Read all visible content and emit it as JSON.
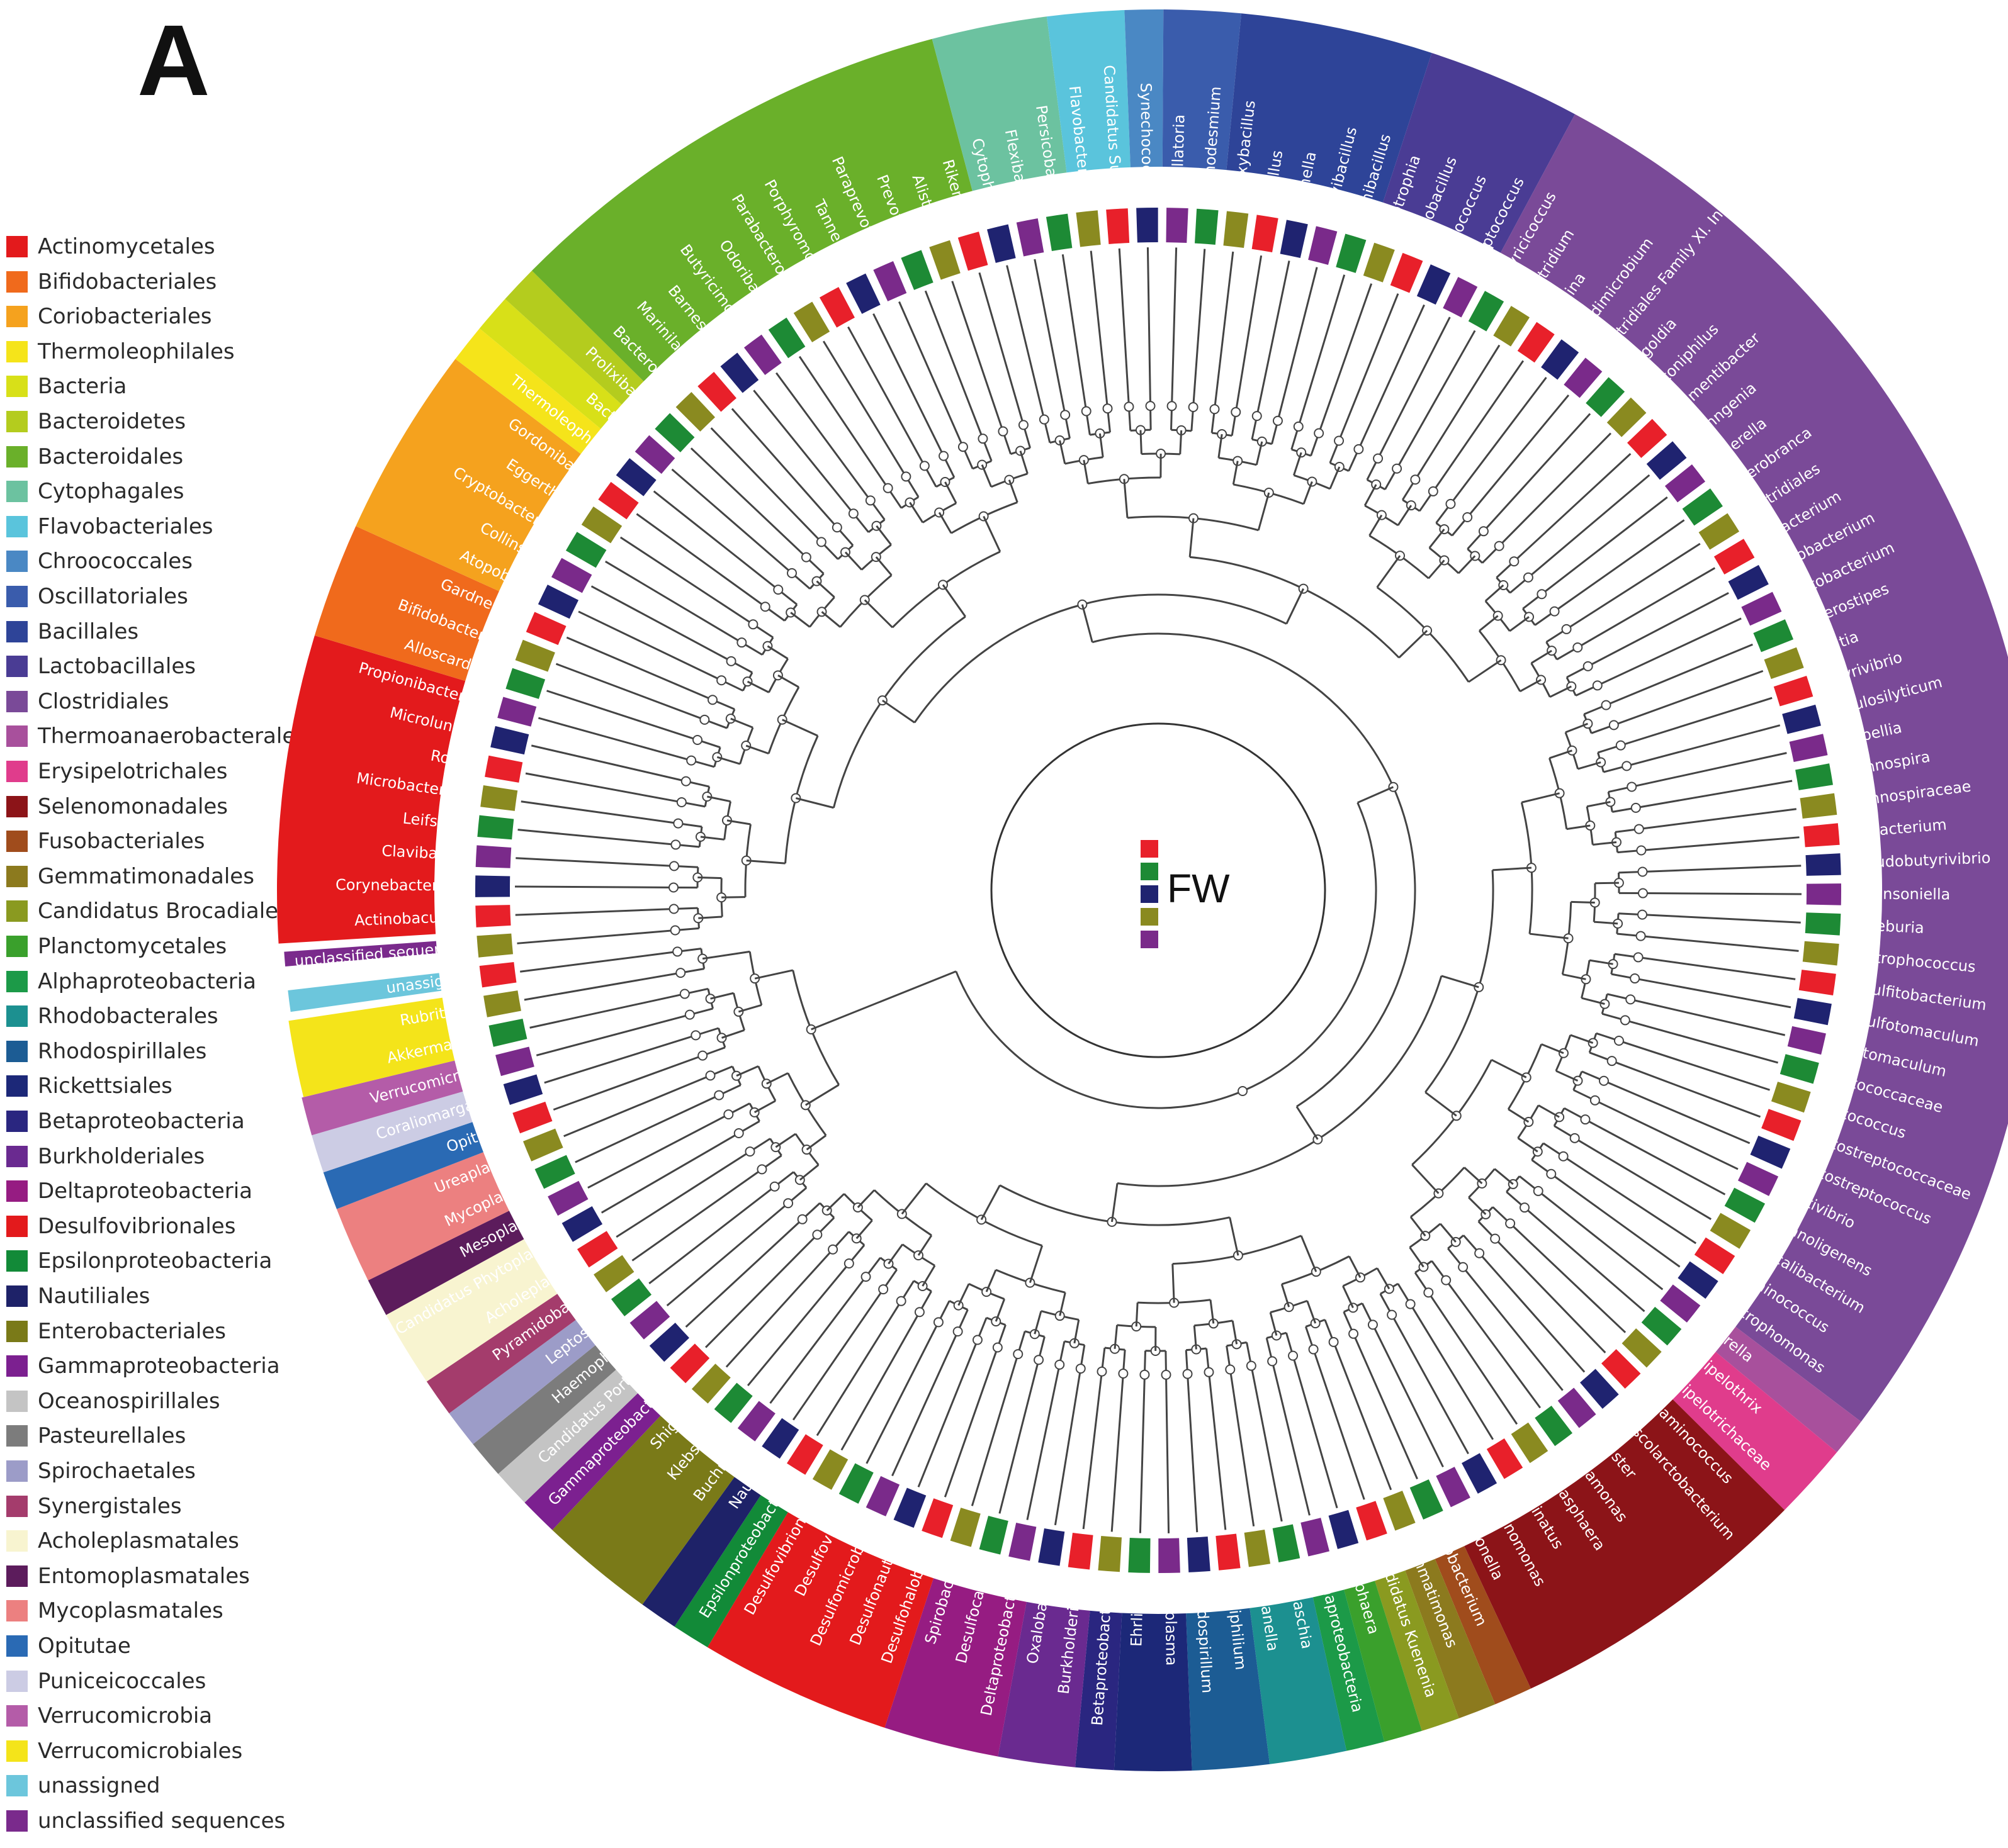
{
  "panel_label": "A",
  "center_label": "FW",
  "center_marker_colors": [
    "#e8202a",
    "#1d8a35",
    "#1f2370",
    "#8a8a20",
    "#7a2a8a"
  ],
  "legend": [
    {
      "label": "Actinomycetales",
      "color": "#e31a1c"
    },
    {
      "label": "Bifidobacteriales",
      "color": "#f06a1c"
    },
    {
      "label": "Coriobacteriales",
      "color": "#f5a21e"
    },
    {
      "label": "Thermoleophilales",
      "color": "#f5e41a"
    },
    {
      "label": "Bacteria",
      "color": "#d8e018"
    },
    {
      "label": "Bacteroidetes",
      "color": "#b4cc1e"
    },
    {
      "label": "Bacteroidales",
      "color": "#6ab02a"
    },
    {
      "label": "Cytophagales",
      "color": "#6cc2a0"
    },
    {
      "label": "Flavobacteriales",
      "color": "#5ac4dc"
    },
    {
      "label": "Chroococcales",
      "color": "#4a88c4"
    },
    {
      "label": "Oscillatoriales",
      "color": "#3a5cac"
    },
    {
      "label": "Bacillales",
      "color": "#2e4498"
    },
    {
      "label": "Lactobacillales",
      "color": "#4a3c94"
    },
    {
      "label": "Clostridiales",
      "color": "#7a4a98"
    },
    {
      "label": "Thermoanaerobacterales",
      "color": "#a8509c"
    },
    {
      "label": "Erysipelotrichales",
      "color": "#e03c8c"
    },
    {
      "label": "Selenomonadales",
      "color": "#8c1418"
    },
    {
      "label": "Fusobacteriales",
      "color": "#a04c1c"
    },
    {
      "label": "Gemmatimonadales",
      "color": "#8c7a1e"
    },
    {
      "label": "Candidatus Brocadiales",
      "color": "#8a9a20"
    },
    {
      "label": "Planctomycetales",
      "color": "#3aa02c"
    },
    {
      "label": "Alphaproteobacteria",
      "color": "#1c9a48"
    },
    {
      "label": "Rhodobacterales",
      "color": "#1c9090"
    },
    {
      "label": "Rhodospirillales",
      "color": "#1c5c94"
    },
    {
      "label": "Rickettsiales",
      "color": "#1c2878"
    },
    {
      "label": "Betaproteobacteria",
      "color": "#2a2680"
    },
    {
      "label": "Burkholderiales",
      "color": "#6a2a90"
    },
    {
      "label": "Deltaproteobacteria",
      "color": "#961c82"
    },
    {
      "label": "Desulfovibrionales",
      "color": "#e31a1c"
    },
    {
      "label": "Epsilonproteobacteria",
      "color": "#128a38"
    },
    {
      "label": "Nautiliales",
      "color": "#1e2268"
    },
    {
      "label": "Enterobacteriales",
      "color": "#7a7a18"
    },
    {
      "label": "Gammaproteobacteria",
      "color": "#7c2090"
    },
    {
      "label": "Oceanospirillales",
      "color": "#c4c4c4"
    },
    {
      "label": "Pasteurellales",
      "color": "#7c7c7c"
    },
    {
      "label": "Spirochaetales",
      "color": "#9c9cc8"
    },
    {
      "label": "Synergistales",
      "color": "#a43c6c"
    },
    {
      "label": "Acholeplasmatales",
      "color": "#f8f4d0"
    },
    {
      "label": "Entomoplasmatales",
      "color": "#5c1c5c"
    },
    {
      "label": "Mycoplasmatales",
      "color": "#ec8080"
    },
    {
      "label": "Opitutae",
      "color": "#2a6ab4"
    },
    {
      "label": "Puniceicoccales",
      "color": "#cccce4"
    },
    {
      "label": "Verrucomicrobia",
      "color": "#b45ca8"
    },
    {
      "label": "Verrucomicrobiales",
      "color": "#f4e41a"
    },
    {
      "label": "unassigned",
      "color": "#6cc6dc"
    },
    {
      "label": "unclassified sequences",
      "color": "#7a2a8c"
    }
  ],
  "ring_segments": [
    {
      "label": "unclassified sequences",
      "color": "#7a2a8c"
    },
    {
      "label": "Actinomycetales",
      "color": "#e31a1c"
    },
    {
      "label": "Bifidobacteriales",
      "color": "#f06a1c"
    },
    {
      "label": "Coriobacteriales",
      "color": "#f5a21e"
    },
    {
      "label": "Thermoleophilales",
      "color": "#f5e41a"
    },
    {
      "label": "Bacteria",
      "color": "#d8e018"
    },
    {
      "label": "Bacteroidetes",
      "color": "#b4cc1e"
    },
    {
      "label": "Bacteroidales",
      "color": "#6ab02a"
    },
    {
      "label": "Cytophagales",
      "color": "#6cc2a0"
    },
    {
      "label": "Flavobacteriales",
      "color": "#5ac4dc"
    },
    {
      "label": "Chroococcales",
      "color": "#4a88c4"
    },
    {
      "label": "Oscillatoriales",
      "color": "#3a5cac"
    },
    {
      "label": "Bacillales",
      "color": "#2e4498"
    },
    {
      "label": "Lactobacillales",
      "color": "#4a3c94"
    },
    {
      "label": "Clostridiales",
      "color": "#7a4a98"
    },
    {
      "label": "Thermoanaerobacterales",
      "color": "#a8509c"
    },
    {
      "label": "Erysipelotrichales",
      "color": "#e03c8c"
    },
    {
      "label": "Selenomonadales",
      "color": "#8c1418"
    },
    {
      "label": "Fusobacteriales",
      "color": "#a04c1c"
    },
    {
      "label": "Gemmatimonadales",
      "color": "#8c7a1e"
    },
    {
      "label": "Candidatus Brocadiales",
      "color": "#8a9a20"
    },
    {
      "label": "Planctomycetales",
      "color": "#3aa02c"
    },
    {
      "label": "Alphaproteobacteria",
      "color": "#1c9a48"
    },
    {
      "label": "Rhodobacterales",
      "color": "#1c9090"
    },
    {
      "label": "Rhodospirillales",
      "color": "#1c5c94"
    },
    {
      "label": "Rickettsiales",
      "color": "#1c2878"
    },
    {
      "label": "Betaproteobacteria",
      "color": "#2a2680"
    },
    {
      "label": "Burkholderiales",
      "color": "#6a2a90"
    },
    {
      "label": "Deltaproteobacteria",
      "color": "#961c82"
    },
    {
      "label": "Desulfovibrionales",
      "color": "#e31a1c"
    },
    {
      "label": "Epsilonproteobacteria",
      "color": "#128a38"
    },
    {
      "label": "Nautiliales",
      "color": "#1e2268"
    },
    {
      "label": "Enterobacteriales",
      "color": "#7a7a18"
    },
    {
      "label": "Gammaproteobacteria",
      "color": "#7c2090"
    },
    {
      "label": "Oceanospirillales",
      "color": "#c4c4c4"
    },
    {
      "label": "Pasteurellales",
      "color": "#7c7c7c"
    },
    {
      "label": "Spirochaetales",
      "color": "#9c9cc8"
    },
    {
      "label": "Synergistales",
      "color": "#a43c6c"
    },
    {
      "label": "Acholeplasmatales",
      "color": "#f8f4d0"
    },
    {
      "label": "Entomoplasmatales",
      "color": "#5c1c5c"
    },
    {
      "label": "Mycoplasmatales",
      "color": "#ec8080"
    },
    {
      "label": "Opitutae",
      "color": "#2a6ab4"
    },
    {
      "label": "Puniceicoccales",
      "color": "#cccce4"
    },
    {
      "label": "Verrucomicrobia",
      "color": "#b45ca8"
    },
    {
      "label": "Verrucomicrobiales",
      "color": "#f4e41a"
    },
    {
      "label": "unassigned",
      "color": "#6cc6dc"
    }
  ],
  "leaves": [
    {
      "name": "unclassified sequences",
      "group": "unclassified sequences"
    },
    {
      "name": "Actinobaculum",
      "group": "Actinomycetales"
    },
    {
      "name": "Corynebacterium",
      "group": "Actinomycetales"
    },
    {
      "name": "Clavibacter",
      "group": "Actinomycetales"
    },
    {
      "name": "Leifsonia",
      "group": "Actinomycetales"
    },
    {
      "name": "Microbacterium",
      "group": "Actinomycetales"
    },
    {
      "name": "Rothia",
      "group": "Actinomycetales"
    },
    {
      "name": "Microlunatus",
      "group": "Actinomycetales"
    },
    {
      "name": "Propionibacterium",
      "group": "Actinomycetales"
    },
    {
      "name": "Alloscardovia",
      "group": "Bifidobacteriales"
    },
    {
      "name": "Bifidobacterium",
      "group": "Bifidobacteriales"
    },
    {
      "name": "Gardnerella",
      "group": "Bifidobacteriales"
    },
    {
      "name": "Atopobium",
      "group": "Coriobacteriales"
    },
    {
      "name": "Collinsella",
      "group": "Coriobacteriales"
    },
    {
      "name": "Cryptobacterium",
      "group": "Coriobacteriales"
    },
    {
      "name": "Eggerthella",
      "group": "Coriobacteriales"
    },
    {
      "name": "Gordonibacter",
      "group": "Coriobacteriales"
    },
    {
      "name": "Thermoleophilum",
      "group": "Thermoleophilales"
    },
    {
      "name": "Bacteria",
      "group": "Bacteria"
    },
    {
      "name": "Prolixibacter",
      "group": "Bacteroidetes"
    },
    {
      "name": "Bacteroides",
      "group": "Bacteroidales"
    },
    {
      "name": "Marinilabilia",
      "group": "Bacteroidales"
    },
    {
      "name": "Barnesiella",
      "group": "Bacteroidales"
    },
    {
      "name": "Butyricimonas",
      "group": "Bacteroidales"
    },
    {
      "name": "Odoribacter",
      "group": "Bacteroidales"
    },
    {
      "name": "Parabacteroides",
      "group": "Bacteroidales"
    },
    {
      "name": "Porphyromonas",
      "group": "Bacteroidales"
    },
    {
      "name": "Tannerella",
      "group": "Bacteroidales"
    },
    {
      "name": "Paraprevotella",
      "group": "Bacteroidales"
    },
    {
      "name": "Prevotella",
      "group": "Bacteroidales"
    },
    {
      "name": "Alistipes",
      "group": "Bacteroidales"
    },
    {
      "name": "Rikenella",
      "group": "Bacteroidales"
    },
    {
      "name": "Cytophaga",
      "group": "Cytophagales"
    },
    {
      "name": "Flexibacter",
      "group": "Cytophagales"
    },
    {
      "name": "Persicobacter",
      "group": "Cytophagales"
    },
    {
      "name": "Flavobacterium",
      "group": "Flavobacteriales"
    },
    {
      "name": "Candidatus Sulcia",
      "group": "Flavobacteriales"
    },
    {
      "name": "Synechococcus",
      "group": "Chroococcales"
    },
    {
      "name": "Oscillatoria",
      "group": "Oscillatoriales"
    },
    {
      "name": "Trichodesmium",
      "group": "Oscillatoriales"
    },
    {
      "name": "Anoxybacillus",
      "group": "Bacillales"
    },
    {
      "name": "Bacillus",
      "group": "Bacillales"
    },
    {
      "name": "Gemella",
      "group": "Bacillales"
    },
    {
      "name": "Brevibacillus",
      "group": "Bacillales"
    },
    {
      "name": "Paenibacillus",
      "group": "Bacillales"
    },
    {
      "name": "Abiotrophia",
      "group": "Lactobacillales"
    },
    {
      "name": "Lactobacillus",
      "group": "Lactobacillales"
    },
    {
      "name": "Lactococcus",
      "group": "Lactobacillales"
    },
    {
      "name": "Streptococcus",
      "group": "Lactobacillales"
    },
    {
      "name": "Butyricicoccus",
      "group": "Clostridiales"
    },
    {
      "name": "Clostridium",
      "group": "Clostridiales"
    },
    {
      "name": "Sarcina",
      "group": "Clostridiales"
    },
    {
      "name": "Tepidimicrobium",
      "group": "Clostridiales"
    },
    {
      "name": "Clostridiales Family XI. Incert",
      "group": "Clostridiales"
    },
    {
      "name": "Finegoldia",
      "group": "Clostridiales"
    },
    {
      "name": "Peptoniphilus",
      "group": "Clostridiales"
    },
    {
      "name": "Sedimentibacter",
      "group": "Clostridiales"
    },
    {
      "name": "Soehngenia",
      "group": "Clostridiales"
    },
    {
      "name": "Tissierella",
      "group": "Clostridiales"
    },
    {
      "name": "Anaerobranca",
      "group": "Clostridiales"
    },
    {
      "name": "Clostridiales",
      "group": "Clostridiales"
    },
    {
      "name": "Eubacterium",
      "group": "Clostridiales"
    },
    {
      "name": "Heliobacterium",
      "group": "Clostridiales"
    },
    {
      "name": "Acetobacterium",
      "group": "Clostridiales"
    },
    {
      "name": "Anaerostipes",
      "group": "Clostridiales"
    },
    {
      "name": "Blautia",
      "group": "Clostridiales"
    },
    {
      "name": "Butyrivibrio",
      "group": "Clostridiales"
    },
    {
      "name": "Cellulosilyticum",
      "group": "Clostridiales"
    },
    {
      "name": "Hespellia",
      "group": "Clostridiales"
    },
    {
      "name": "Lachnospira",
      "group": "Clostridiales"
    },
    {
      "name": "Lachnospiraceae",
      "group": "Clostridiales"
    },
    {
      "name": "Oribacterium",
      "group": "Clostridiales"
    },
    {
      "name": "Pseudobutyrivibrio",
      "group": "Clostridiales"
    },
    {
      "name": "Robinsoniella",
      "group": "Clostridiales"
    },
    {
      "name": "Roseburia",
      "group": "Clostridiales"
    },
    {
      "name": "Syntrophococcus",
      "group": "Clostridiales"
    },
    {
      "name": "Desulfitobacterium",
      "group": "Clostridiales"
    },
    {
      "name": "Desulfotomaculum",
      "group": "Clostridiales"
    },
    {
      "name": "Pelotomaculum",
      "group": "Clostridiales"
    },
    {
      "name": "Peptococcaceae",
      "group": "Clostridiales"
    },
    {
      "name": "Peptococcus",
      "group": "Clostridiales"
    },
    {
      "name": "Peptostreptococcaceae",
      "group": "Clostridiales"
    },
    {
      "name": "Peptostreptococcus",
      "group": "Clostridiales"
    },
    {
      "name": "Acetivibrio",
      "group": "Clostridiales"
    },
    {
      "name": "Ethanoligenens",
      "group": "Clostridiales"
    },
    {
      "name": "Faecalibacterium",
      "group": "Clostridiales"
    },
    {
      "name": "Ruminococcus",
      "group": "Clostridiales"
    },
    {
      "name": "Syntrophomonas",
      "group": "Clostridiales"
    },
    {
      "name": "Moorella",
      "group": "Thermoanaerobacterales"
    },
    {
      "name": "Erysipelothrix",
      "group": "Erysipelotrichales"
    },
    {
      "name": "Erysipelotrichaceae",
      "group": "Erysipelotrichales"
    },
    {
      "name": "Acidaminococcus",
      "group": "Selenomonadales"
    },
    {
      "name": "Phascolarctobacterium",
      "group": "Selenomonadales"
    },
    {
      "name": "Dialister",
      "group": "Selenomonadales"
    },
    {
      "name": "Megamonas",
      "group": "Selenomonadales"
    },
    {
      "name": "Megasphaera",
      "group": "Selenomonadales"
    },
    {
      "name": "Pectinatus",
      "group": "Selenomonadales"
    },
    {
      "name": "Selenomonas",
      "group": "Selenomonadales"
    },
    {
      "name": "Veillonella",
      "group": "Selenomonadales"
    },
    {
      "name": "Fusobacterium",
      "group": "Fusobacteriales"
    },
    {
      "name": "Gemmatimonas",
      "group": "Gemmatimonadales"
    },
    {
      "name": "Candidatus Kuenenia",
      "group": "Candidatus Brocadiales"
    },
    {
      "name": "Isosphaera",
      "group": "Planctomycetales"
    },
    {
      "name": "Alphaproteobacteria",
      "group": "Alphaproteobacteria"
    },
    {
      "name": "Jannaschia",
      "group": "Rhodobacterales"
    },
    {
      "name": "Loktanella",
      "group": "Rhodobacterales"
    },
    {
      "name": "Acidiphilium",
      "group": "Rhodospirillales"
    },
    {
      "name": "Rhodospirillum",
      "group": "Rhodospirillales"
    },
    {
      "name": "Anaplasma",
      "group": "Rickettsiales"
    },
    {
      "name": "Ehrlichia",
      "group": "Rickettsiales"
    },
    {
      "name": "Betaproteobacteria",
      "group": "Betaproteobacteria"
    },
    {
      "name": "Burkholderiales",
      "group": "Burkholderiales"
    },
    {
      "name": "Oxalobacter",
      "group": "Burkholderiales"
    },
    {
      "name": "Deltaproteobacteria",
      "group": "Deltaproteobacteria"
    },
    {
      "name": "Desulfocaldus",
      "group": "Deltaproteobacteria"
    },
    {
      "name": "Spirobacillus",
      "group": "Deltaproteobacteria"
    },
    {
      "name": "Desulfohalobium",
      "group": "Desulfovibrionales"
    },
    {
      "name": "Desulfonauticus",
      "group": "Desulfovibrionales"
    },
    {
      "name": "Desulfomicrobium",
      "group": "Desulfovibrionales"
    },
    {
      "name": "Desulfovibrio",
      "group": "Desulfovibrionales"
    },
    {
      "name": "Desulfovibrionales",
      "group": "Desulfovibrionales"
    },
    {
      "name": "Epsilonproteobacteria",
      "group": "Epsilonproteobacteria"
    },
    {
      "name": "Nautilia",
      "group": "Nautiliales"
    },
    {
      "name": "Buchnera",
      "group": "Enterobacteriales"
    },
    {
      "name": "Klebsiella",
      "group": "Enterobacteriales"
    },
    {
      "name": "Shigella",
      "group": "Enterobacteriales"
    },
    {
      "name": "Gammaproteobacteria",
      "group": "Gammaproteobacteria"
    },
    {
      "name": "Candidatus Portiera",
      "group": "Oceanospirillales"
    },
    {
      "name": "Haemophilus",
      "group": "Pasteurellales"
    },
    {
      "name": "Leptospira",
      "group": "Spirochaetales"
    },
    {
      "name": "Pyramidobacter",
      "group": "Synergistales"
    },
    {
      "name": "Acholeplasma",
      "group": "Acholeplasmatales"
    },
    {
      "name": "Candidatus Phytoplasma",
      "group": "Acholeplasmatales"
    },
    {
      "name": "Mesoplasma",
      "group": "Entomoplasmatales"
    },
    {
      "name": "Mycoplasma",
      "group": "Mycoplasmatales"
    },
    {
      "name": "Ureaplasma",
      "group": "Mycoplasmatales"
    },
    {
      "name": "Opitutus",
      "group": "Opitutae"
    },
    {
      "name": "Coraliomargarita",
      "group": "Puniceicoccales"
    },
    {
      "name": "Verrucomicrobia",
      "group": "Verrucomicrobia"
    },
    {
      "name": "Akkermansia",
      "group": "Verrucomicrobiales"
    },
    {
      "name": "Rubritalea",
      "group": "Verrucomicrobiales"
    },
    {
      "name": "unassigned",
      "group": "unassigned"
    }
  ]
}
